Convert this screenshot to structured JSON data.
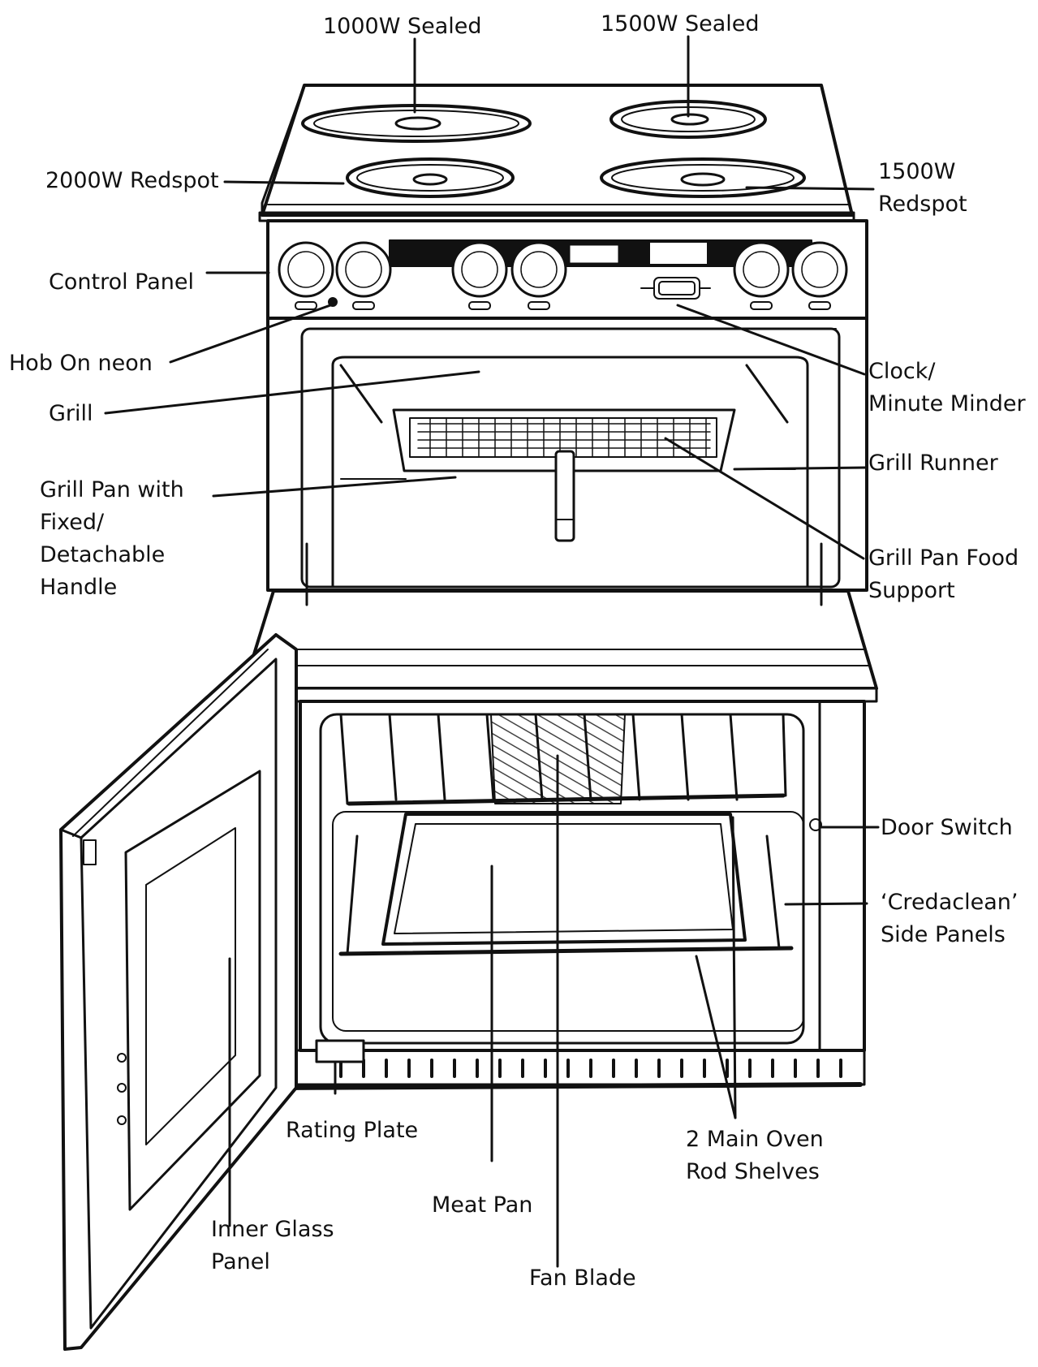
{
  "colors": {
    "ink": "#111111",
    "paper": "#ffffff",
    "hatch": "#444444"
  },
  "labels": {
    "sealed_1000": "1000W Sealed",
    "sealed_1500": "1500W Sealed",
    "redspot_2000": "2000W Redspot",
    "redspot_1500": [
      "1500W",
      "Redspot"
    ],
    "control_panel": "Control Panel",
    "hob_on_neon": "Hob On neon",
    "clock_minder": [
      "Clock/",
      "Minute Minder"
    ],
    "grill": "Grill",
    "grill_runner": "Grill Runner",
    "grill_pan_handle": [
      "Grill Pan with",
      "Fixed/",
      "Detachable",
      "Handle"
    ],
    "grill_pan_food_support": [
      "Grill Pan Food",
      "Support"
    ],
    "door_switch": "Door Switch",
    "credaclean": [
      "‘Credaclean’",
      "Side Panels"
    ],
    "rating_plate": "Rating Plate",
    "rod_shelves": [
      "2 Main Oven",
      "Rod Shelves"
    ],
    "meat_pan": "Meat Pan",
    "inner_glass": [
      "Inner Glass",
      "Panel"
    ],
    "fan_blade": "Fan Blade"
  }
}
